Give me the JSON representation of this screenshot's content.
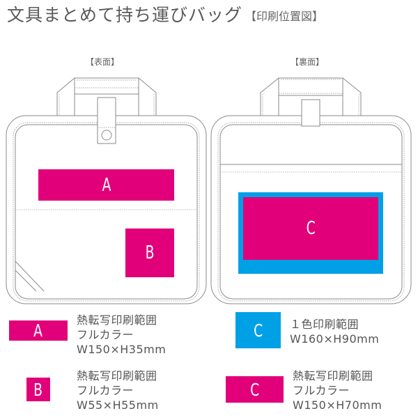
{
  "header": {
    "title": "文具まとめて持ち運びバッグ",
    "subtitle": "【印刷位置図】"
  },
  "views": {
    "front": {
      "label": "【表面】"
    },
    "back": {
      "label": "【裏面】"
    }
  },
  "colors": {
    "magenta": "#e2007a",
    "cyan": "#00a0e6",
    "outline": "#888888"
  },
  "print_areas": {
    "A": {
      "label": "A"
    },
    "B": {
      "label": "B"
    },
    "C_blue": {
      "label": "C"
    },
    "C_magenta": {
      "label": "C"
    }
  },
  "legend": [
    {
      "key": "A",
      "color": "magenta",
      "lines": [
        "熱転写印刷範囲",
        "フルカラー",
        "W150×H35mm"
      ]
    },
    {
      "key": "B",
      "color": "magenta",
      "lines": [
        "熱転写印刷範囲",
        "フルカラー",
        "W55×H55mm"
      ]
    },
    {
      "key": "C",
      "color": "cyan",
      "lines": [
        "１色印刷範囲",
        "W160×H90mm"
      ]
    },
    {
      "key": "C",
      "color": "magenta",
      "lines": [
        "熱転写印刷範囲",
        "フルカラー",
        "W150×H70mm"
      ]
    }
  ]
}
